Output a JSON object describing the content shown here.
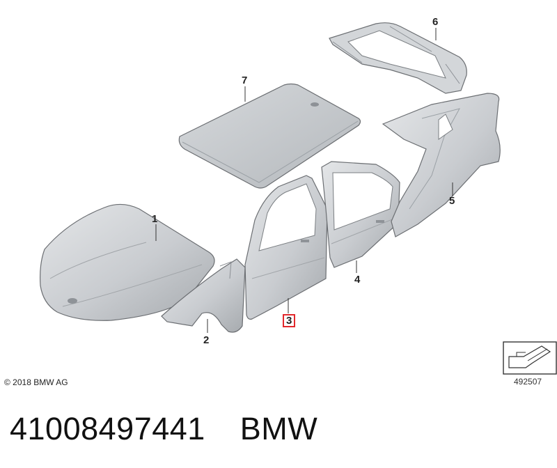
{
  "callouts": {
    "c1": "1",
    "c2": "2",
    "c3": "3",
    "c4": "4",
    "c5": "5",
    "c6": "6",
    "c7": "7"
  },
  "copyright": "© 2018 BMW AG",
  "ref_number": "492507",
  "caption": {
    "part_number": "41008497441",
    "brand": "BMW"
  },
  "colors": {
    "panel_fill": "#cdd0d3",
    "panel_shadow": "#a9adb1",
    "outline": "#6b6e72",
    "highlight": "#e2282c"
  }
}
